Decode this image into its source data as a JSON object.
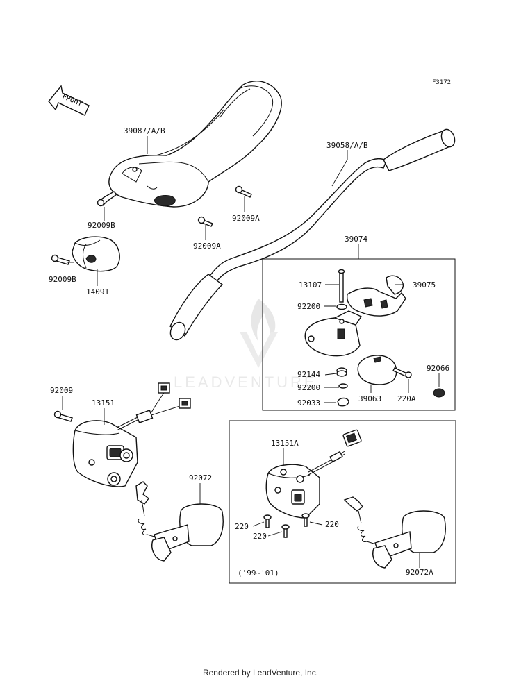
{
  "figure_code": "F3172",
  "front_arrow_label": "FRONT",
  "watermark": "LEADVENTURE",
  "footer": "Rendered by LeadVenture, Inc.",
  "inset_note": "('99~'01)",
  "parts": {
    "p39087": "39087/A/B",
    "p39058": "39058/A/B",
    "p92009B_1": "92009B",
    "p92009A_1": "92009A",
    "p92009A_2": "92009A",
    "p92009B_2": "92009B",
    "p14091": "14091",
    "p39074": "39074",
    "p13107": "13107",
    "p39075": "39075",
    "p92200_1": "92200",
    "p92144": "92144",
    "p92200_2": "92200",
    "p92033": "92033",
    "p39063": "39063",
    "p220A": "220A",
    "p92066": "92066",
    "p92009": "92009",
    "p13151": "13151",
    "p92072": "92072",
    "p13151A": "13151A",
    "p220_1": "220",
    "p220_2": "220",
    "p220_3": "220",
    "p92072A": "92072A"
  }
}
